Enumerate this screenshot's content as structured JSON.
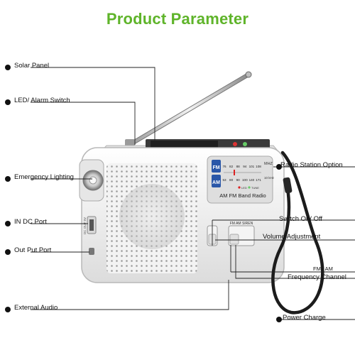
{
  "title": "Product Parameter",
  "labels": {
    "solar_panel": "Solar Panel",
    "led_alarm_switch": "LED/ Alarm Switch",
    "emergency_lighting": "Emergency Lighting",
    "in_dc_port": "IN DC Port",
    "out_put_port": "Out Put Port",
    "external_audio": "External Audio",
    "radio_station_option": "Radio Station Option",
    "switch_on_off": "Switch On/ Off",
    "volume_adjustment": "Volume Adjustment",
    "fm_am": "FM / AM",
    "frequency_channel": "Frequency Channel",
    "power_charge": "Power Charge"
  },
  "radio": {
    "band_fm": "FM",
    "band_am": "AM",
    "mhz": "MHZ",
    "fm_scale": [
      "76",
      "82",
      "88",
      "94",
      "101",
      "108"
    ],
    "am_scale": [
      "53",
      "80",
      "90",
      "100",
      "140",
      "171"
    ],
    "khz": "10 kHz",
    "led_text": "LED",
    "tune_text": "TUNE",
    "band_label": "AM  FM  Band Radio",
    "switch_label": "FM  AM  SIREN",
    "port_label": "DC OUT 5V"
  },
  "colors": {
    "title": "#5fb42a",
    "body": "#f1f1f1",
    "panel": "#d9d9d9",
    "fm_badge": "#2a57a8",
    "pointer": "#111111"
  }
}
